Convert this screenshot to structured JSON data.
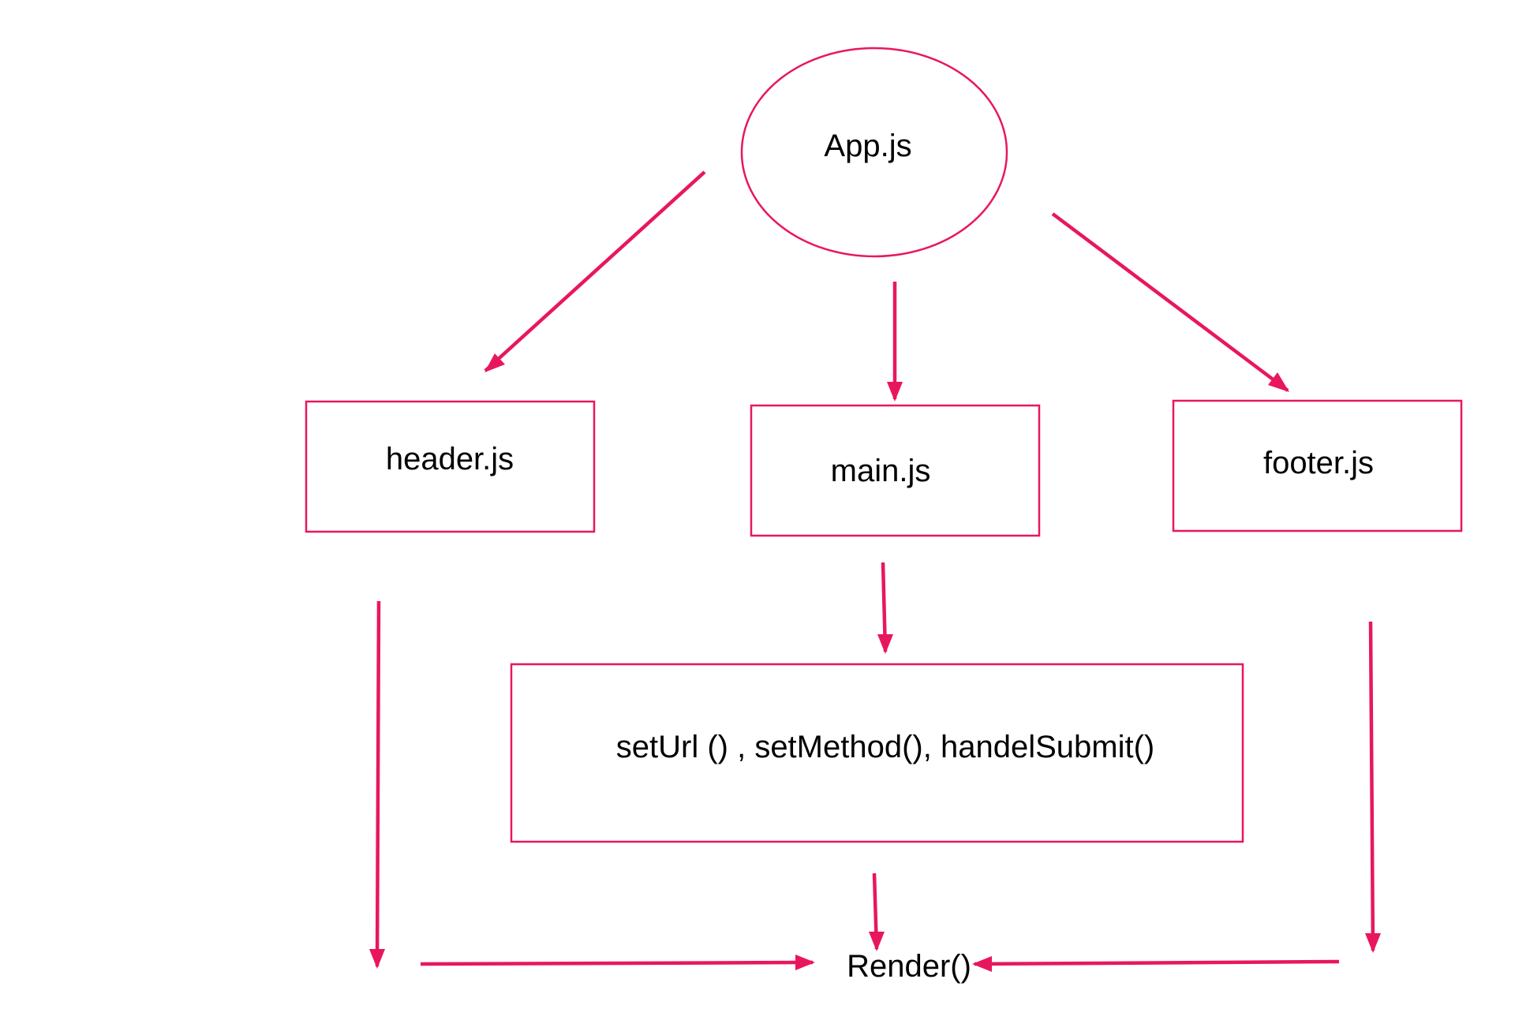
{
  "diagram": {
    "colors": {
      "stroke": "#e8175d",
      "text": "#000000",
      "background": "#ffffff"
    },
    "nodes": {
      "app": {
        "label": "App.js",
        "shape": "ellipse"
      },
      "header": {
        "label": "header.js",
        "shape": "rect"
      },
      "main": {
        "label": "main.js",
        "shape": "rect"
      },
      "footer": {
        "label": "footer.js",
        "shape": "rect"
      },
      "functions": {
        "label": "setUrl () , setMethod(), handelSubmit()",
        "shape": "rect"
      },
      "render": {
        "label": "Render()",
        "shape": "text"
      }
    },
    "edges": [
      {
        "from": "app",
        "to": "header"
      },
      {
        "from": "app",
        "to": "main"
      },
      {
        "from": "app",
        "to": "footer"
      },
      {
        "from": "main",
        "to": "functions"
      },
      {
        "from": "functions",
        "to": "render"
      },
      {
        "from": "header",
        "to": "render"
      },
      {
        "from": "footer",
        "to": "render"
      }
    ]
  }
}
